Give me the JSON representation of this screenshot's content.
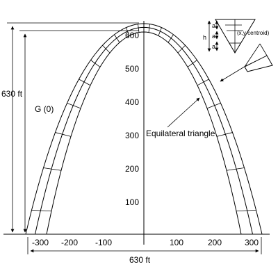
{
  "axis": {
    "y_ticks": [
      "100",
      "200",
      "300",
      "400",
      "500",
      "600"
    ],
    "x_ticks": [
      "-300",
      "-200",
      "-100",
      "100",
      "200",
      "300"
    ]
  },
  "dimensions": {
    "height_label": "630 ft",
    "width_label": "630 ft",
    "origin_label": "G (0)"
  },
  "annotations": {
    "triangle_label": "Equilateral triangle",
    "centroid_label": "(x,y centroid)",
    "h_label": "h",
    "a_labels": [
      "a",
      "a",
      "a"
    ]
  }
}
